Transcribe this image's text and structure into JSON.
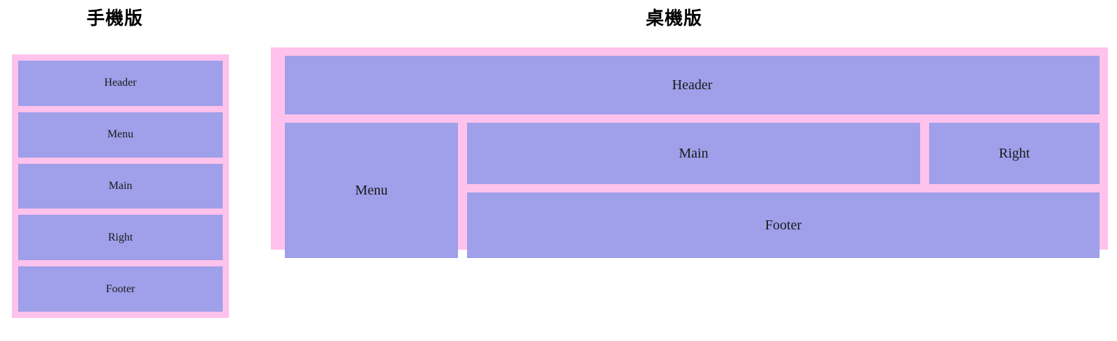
{
  "page": {
    "background_color": "#ffffff"
  },
  "colors": {
    "frame": "#ffc2ec",
    "cell": "#9f9fea",
    "text": "#1a1a1a",
    "title": "#000000"
  },
  "mobile": {
    "title": "手機版",
    "regions": [
      {
        "key": "header",
        "label": "Header"
      },
      {
        "key": "menu",
        "label": "Menu"
      },
      {
        "key": "main",
        "label": "Main"
      },
      {
        "key": "right",
        "label": "Right"
      },
      {
        "key": "footer",
        "label": "Footer"
      }
    ]
  },
  "desktop": {
    "title": "桌機版",
    "regions": [
      {
        "key": "header",
        "label": "Header"
      },
      {
        "key": "menu",
        "label": "Menu"
      },
      {
        "key": "main",
        "label": "Main"
      },
      {
        "key": "right",
        "label": "Right"
      },
      {
        "key": "footer",
        "label": "Footer"
      }
    ]
  }
}
